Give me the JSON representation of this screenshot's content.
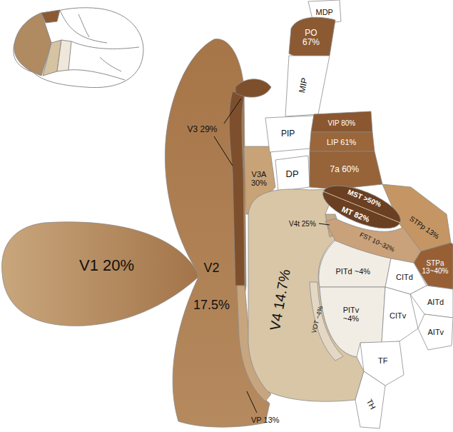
{
  "diagram": {
    "nodes": [
      {
        "text": [
          "MDP"
        ]
      },
      {
        "text": [
          "PO 67%"
        ]
      },
      {
        "text": [
          "MIP"
        ]
      },
      {
        "text": [
          "V3 29%"
        ]
      },
      {
        "text": [
          "PIP"
        ]
      },
      {
        "text": [
          "VIP 80%"
        ]
      },
      {
        "text": [
          "LIP 61%"
        ]
      },
      {
        "text": [
          "V3A 30%"
        ]
      },
      {
        "text": [
          "7a 60%"
        ]
      },
      {
        "text": [
          "DP"
        ]
      },
      {
        "text": [
          "MST >50%"
        ]
      },
      {
        "text": [
          "MT 82%"
        ]
      },
      {
        "text": [
          "STPp 13%"
        ]
      },
      {
        "text": [
          "V4t 25%"
        ]
      },
      {
        "text": [
          "V1 20%"
        ]
      },
      {
        "text": [
          "V2",
          "17.5%"
        ]
      },
      {
        "text": [
          "V4 14.7%"
        ]
      },
      {
        "text": [
          "PITd ~4%"
        ]
      },
      {
        "text": [
          "CITd"
        ]
      },
      {
        "text": [
          "FST 10~32%"
        ]
      },
      {
        "text": [
          "STPa 13~40%"
        ]
      },
      {
        "text": [
          "PITv ~4%"
        ]
      },
      {
        "text": [
          "CITv"
        ]
      },
      {
        "text": [
          "AITd"
        ]
      },
      {
        "text": [
          "AITv"
        ]
      },
      {
        "text": [
          "VOT ~4%"
        ]
      },
      {
        "text": [
          "TF"
        ]
      },
      {
        "text": [
          "VP 13%"
        ]
      },
      {
        "text": [
          "TH"
        ]
      }
    ]
  }
}
